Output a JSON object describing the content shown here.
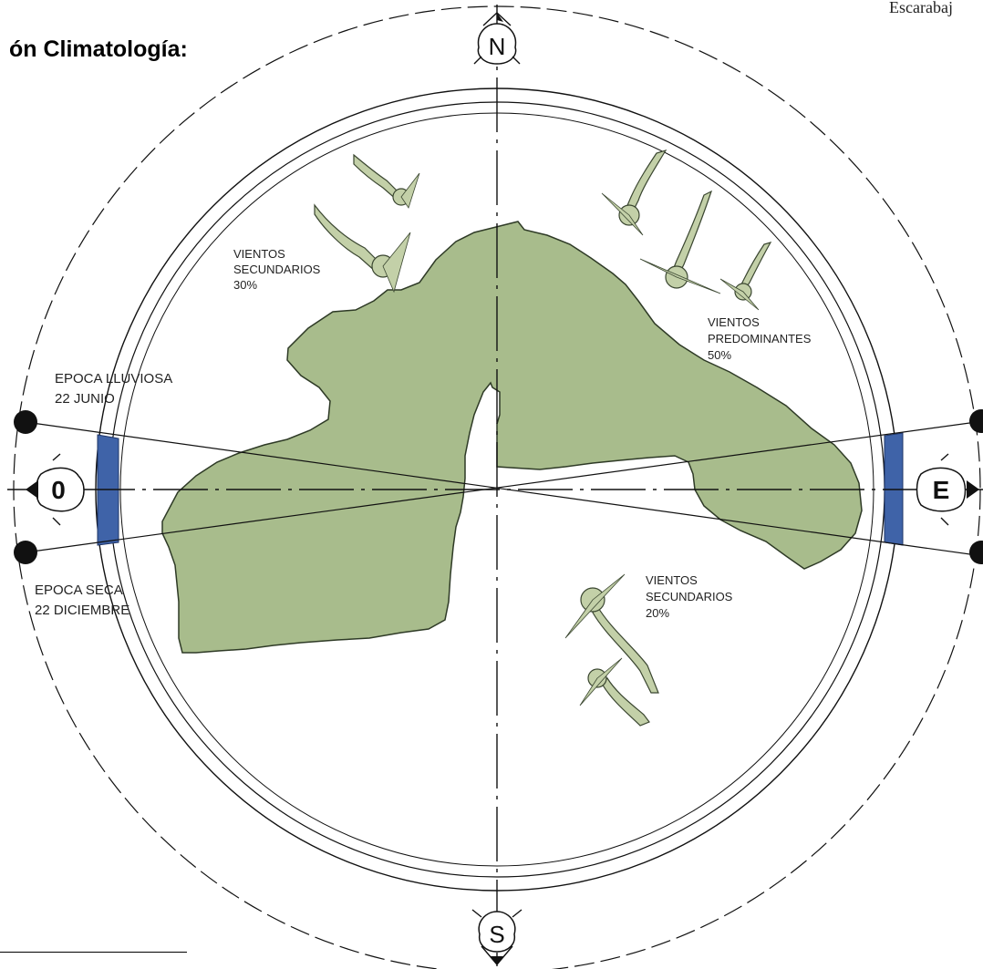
{
  "page": {
    "title": "ón Climatología:",
    "header_right": "Escarabaj"
  },
  "compass": {
    "north": "N",
    "south": "S",
    "east": "E",
    "west": "0"
  },
  "seasons": {
    "rainy": {
      "line1": "EPOCA LLUVIOSA",
      "line2": "22 JUNIO"
    },
    "dry": {
      "line1": "EPOCA SECA",
      "line2": "22 DICIEMBRE"
    }
  },
  "winds": {
    "secondary_nw": {
      "line1": "VIENTOS",
      "line2": "SECUNDARIOS",
      "line3": "30%"
    },
    "predominant_ne": {
      "line1": "VIENTOS",
      "line2": "PREDOMINANTES",
      "line3": "50%"
    },
    "secondary_se": {
      "line1": "VIENTOS",
      "line2": "SECUNDARIOS",
      "line3": "20%"
    }
  },
  "colors": {
    "terrain": "#a8bc8c",
    "terrain_edge": "#2e3a26",
    "wind_arrow": "#c3d0a8",
    "sun_band": "#3f63a8",
    "line": "#111111"
  },
  "icons": [
    "north-arrow-icon",
    "south-arrow-icon",
    "east-arrow-icon",
    "west-arrow-icon",
    "sun-point-icon",
    "wind-arrow-icon"
  ]
}
